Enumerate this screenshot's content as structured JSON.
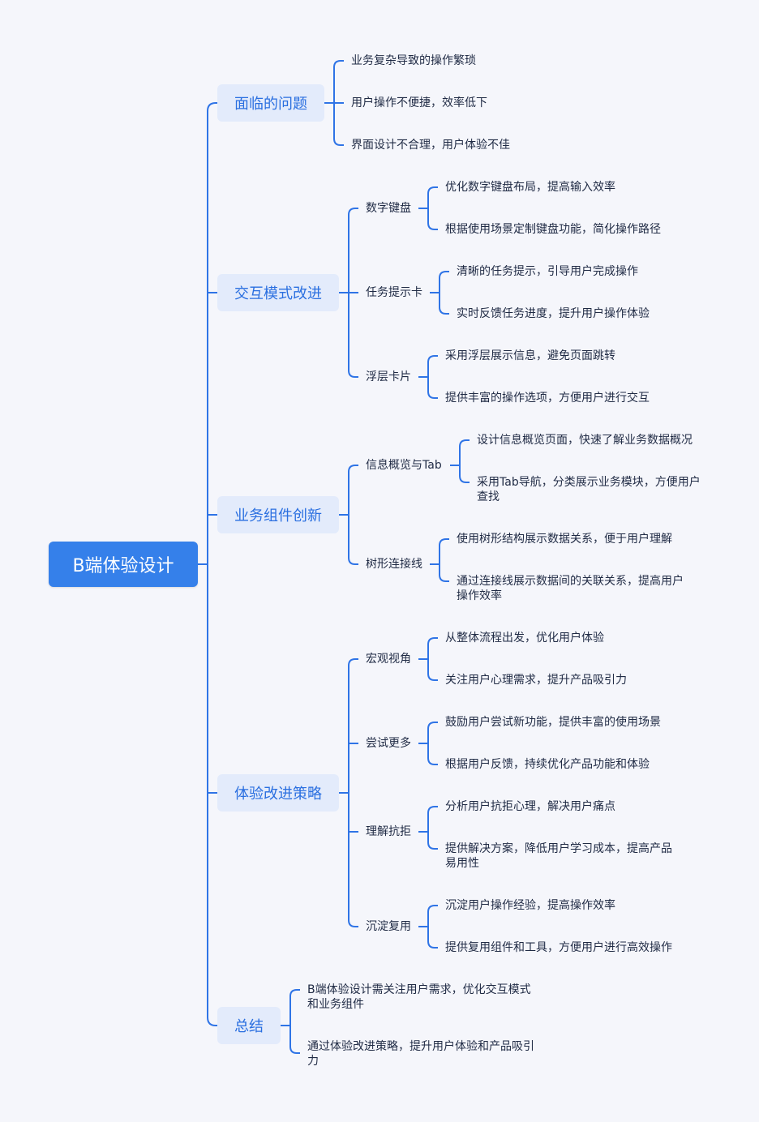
{
  "root": {
    "label": "B端体验设计"
  },
  "branches": [
    {
      "label": "面临的问题",
      "leaves": [
        "业务复杂导致的操作繁琐",
        "用户操作不便捷，效率低下",
        "界面设计不合理，用户体验不佳"
      ]
    },
    {
      "label": "交互模式改进",
      "groups": [
        {
          "label": "数字键盘",
          "leaves": [
            "优化数字键盘布局，提高输入效率",
            "根据使用场景定制键盘功能，简化操作路径"
          ]
        },
        {
          "label": "任务提示卡",
          "leaves": [
            "清晰的任务提示，引导用户完成操作",
            "实时反馈任务进度，提升用户操作体验"
          ]
        },
        {
          "label": "浮层卡片",
          "leaves": [
            "采用浮层展示信息，避免页面跳转",
            "提供丰富的操作选项，方便用户进行交互"
          ]
        }
      ]
    },
    {
      "label": "业务组件创新",
      "groups": [
        {
          "label": "信息概览与Tab",
          "leaves": [
            "设计信息概览页面，快速了解业务数据概况",
            "采用Tab导航，分类展示业务模块，方便用户查找"
          ]
        },
        {
          "label": "树形连接线",
          "leaves": [
            "使用树形结构展示数据关系，便于用户理解",
            "通过连接线展示数据间的关联关系，提高用户操作效率"
          ]
        }
      ]
    },
    {
      "label": "体验改进策略",
      "groups": [
        {
          "label": "宏观视角",
          "leaves": [
            "从整体流程出发，优化用户体验",
            "关注用户心理需求，提升产品吸引力"
          ]
        },
        {
          "label": "尝试更多",
          "leaves": [
            "鼓励用户尝试新功能，提供丰富的使用场景",
            "根据用户反馈，持续优化产品功能和体验"
          ]
        },
        {
          "label": "理解抗拒",
          "leaves": [
            "分析用户抗拒心理，解决用户痛点",
            "提供解决方案，降低用户学习成本，提高产品易用性"
          ]
        },
        {
          "label": "沉淀复用",
          "leaves": [
            "沉淀用户操作经验，提高操作效率",
            "提供复用组件和工具，方便用户进行高效操作"
          ]
        }
      ]
    },
    {
      "label": "总结",
      "leaves": [
        "B端体验设计需关注用户需求，优化交互模式和业务组件",
        "通过体验改进策略，提升用户体验和产品吸引力"
      ]
    }
  ],
  "colors": {
    "background": "#f5f6fb",
    "root_fill": "#3580ea",
    "branch_fill": "#e3ebfb",
    "branch_text": "#2a6fe0",
    "line": "#2f74e6",
    "text": "#1f2a44"
  }
}
